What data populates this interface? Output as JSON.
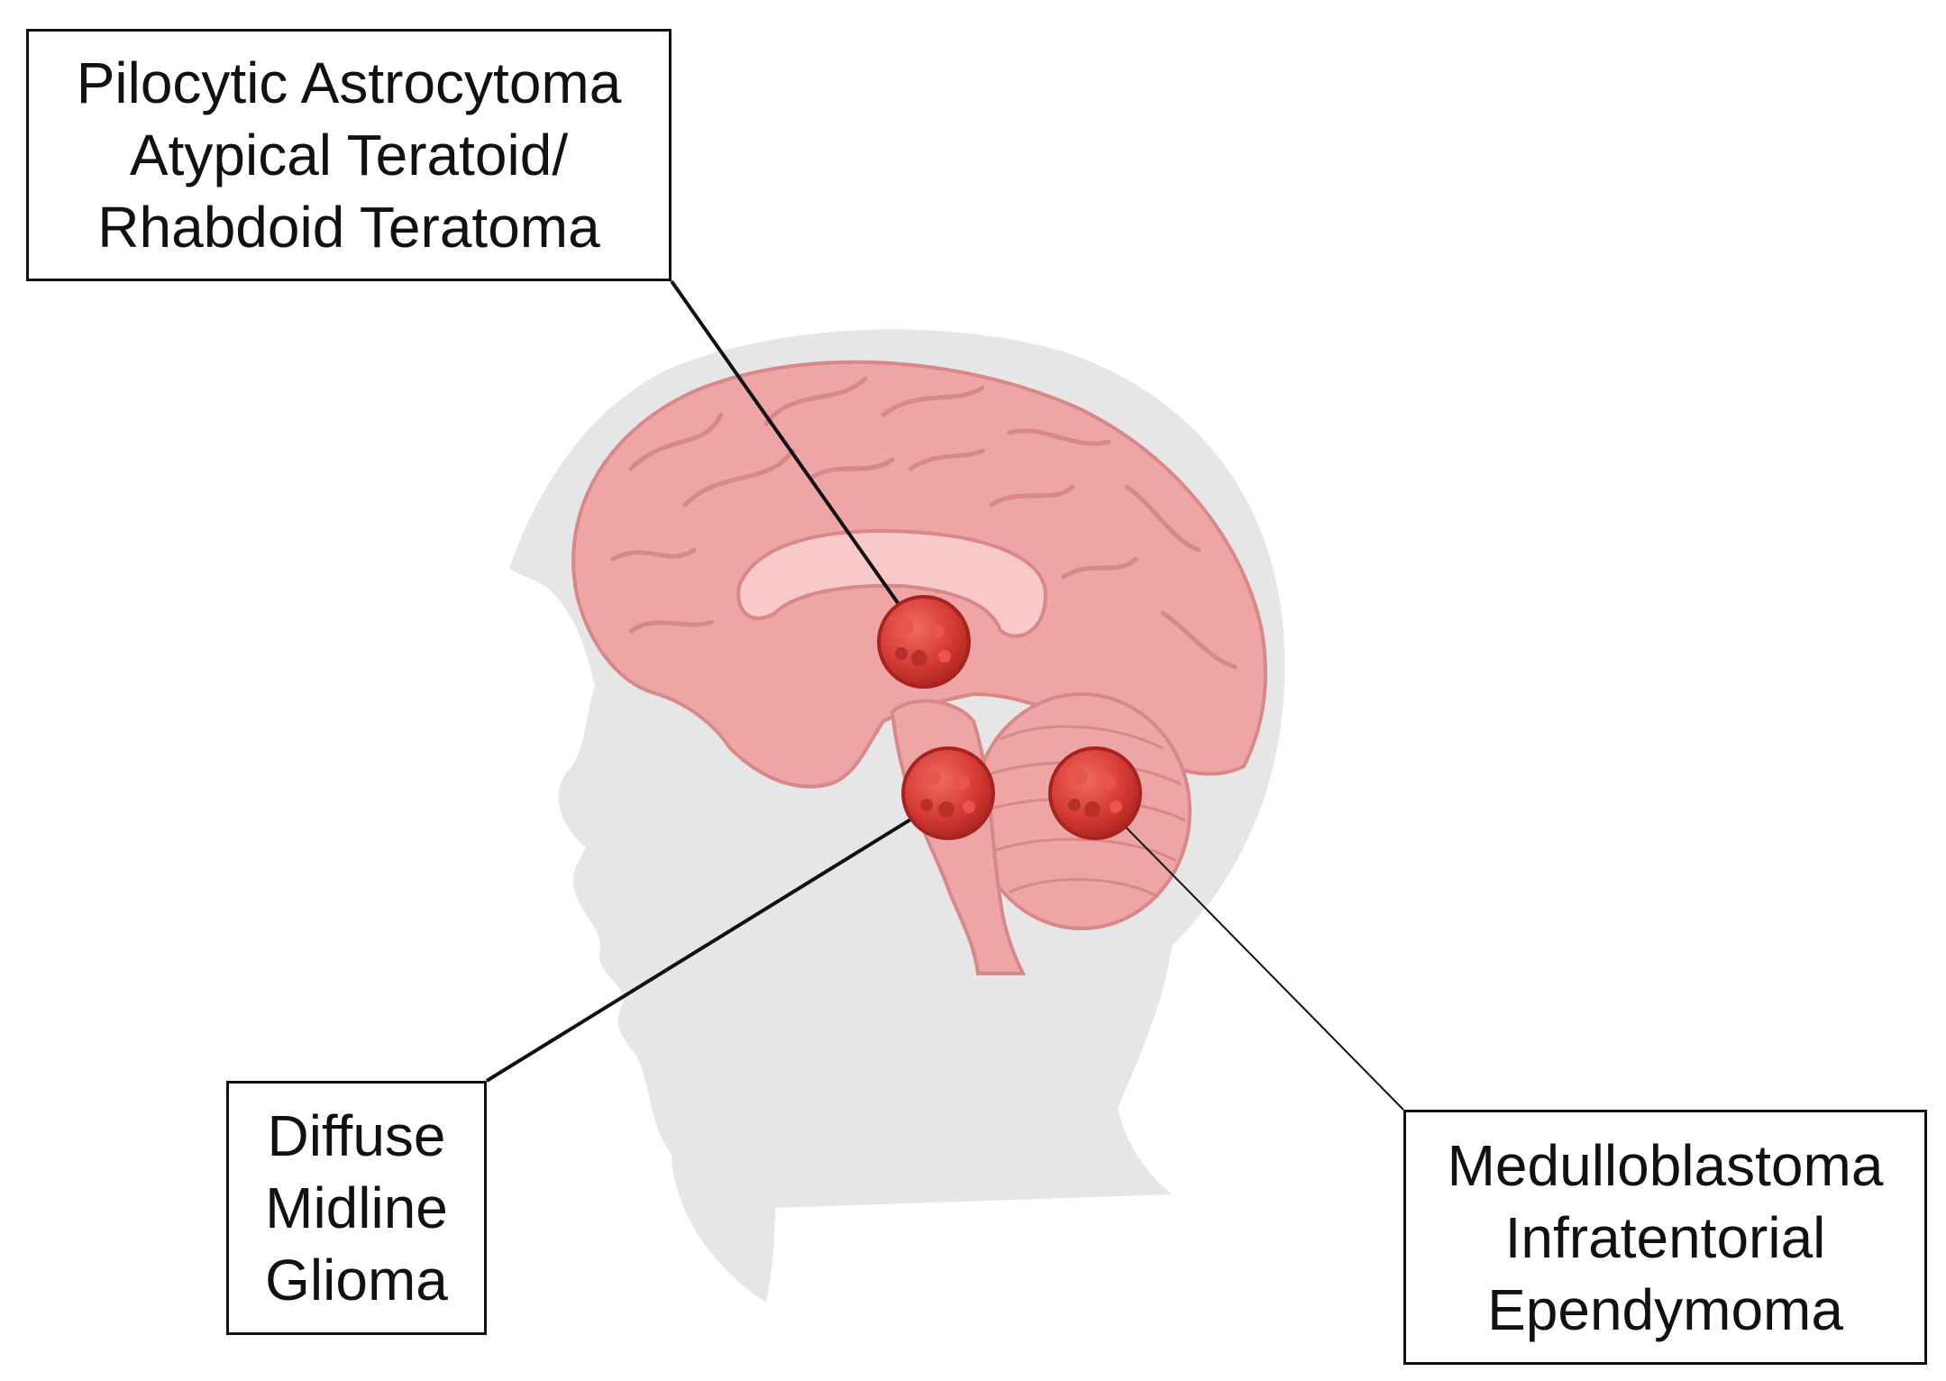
{
  "labels": {
    "top": {
      "line1": "Pilocytic Astrocytoma",
      "line2": "Atypical Teratoid/",
      "line3": "Rhabdoid Teratoma"
    },
    "bottom_left": {
      "line1": "Diffuse",
      "line2": "Midline",
      "line3": "Glioma"
    },
    "bottom_right": {
      "line1": "Medulloblastoma",
      "line2": "Infratentorial",
      "line3": "Ependymoma"
    }
  },
  "colors": {
    "head_silhouette": "#e6e6e6",
    "brain": "#eda5a6",
    "brain_fold": "#d98789",
    "tumor": "#d63b35",
    "leader_line": "#111111"
  }
}
